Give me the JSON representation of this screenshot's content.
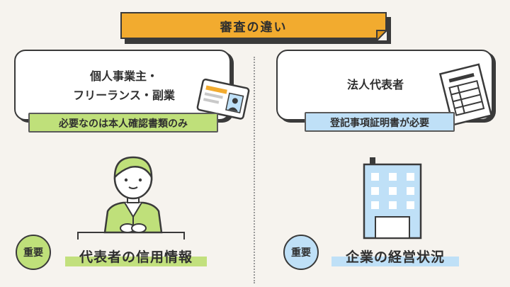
{
  "title": "審査の違い",
  "left": {
    "category_line1": "個人事業主・",
    "category_line2": "フリーランス・副業",
    "requirement": "必要なのは本人確認書類のみ",
    "badge": "重要",
    "focus": "代表者の信用情報"
  },
  "right": {
    "category": "法人代表者",
    "requirement": "登記事項証明書が必要",
    "badge": "重要",
    "focus": "企業の経営状況"
  },
  "colors": {
    "background": "#f6f3ee",
    "title_banner": "#f2ab2f",
    "left_accent": "#bfe07a",
    "right_accent": "#bfe0f7",
    "outline": "#3a3a3a"
  },
  "icons": [
    "id-card-icon",
    "document-icon",
    "person-icon",
    "office-building-icon"
  ]
}
